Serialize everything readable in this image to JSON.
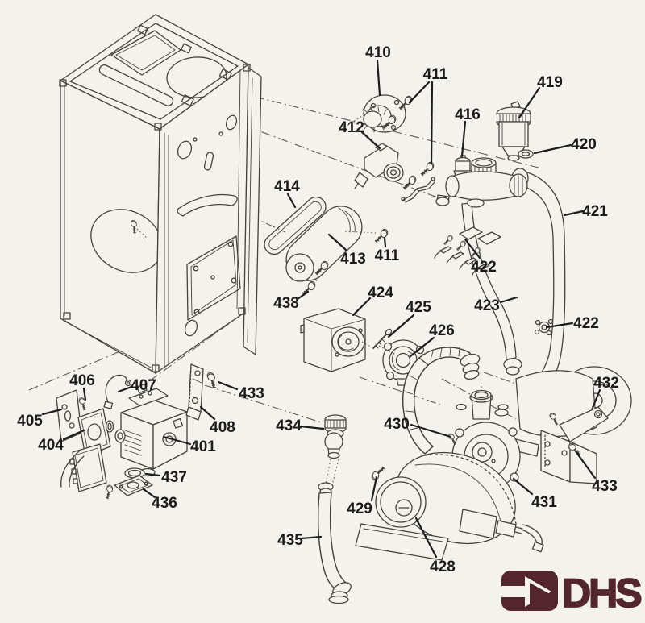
{
  "page": {
    "background_color": "#f3f2ed",
    "line_color": "#45433d",
    "label_color": "#1b1b19"
  },
  "diagram": {
    "labels": {
      "401": "401",
      "404": "404",
      "405": "405",
      "406": "406",
      "407": "407",
      "408": "408",
      "410": "410",
      "411": "411",
      "412": "412",
      "413": "413",
      "414": "414",
      "416": "416",
      "419": "419",
      "420": "420",
      "421": "421",
      "422": "422",
      "423": "423",
      "424": "424",
      "425": "425",
      "426": "426",
      "428": "428",
      "429": "429",
      "430": "430",
      "431": "431",
      "432": "432",
      "433": "433",
      "434": "434",
      "435": "435",
      "436": "436",
      "437": "437",
      "438": "438"
    }
  },
  "logo": {
    "text": "DHS",
    "color": "#53262f",
    "icon": "arrow-magnet-icon"
  }
}
